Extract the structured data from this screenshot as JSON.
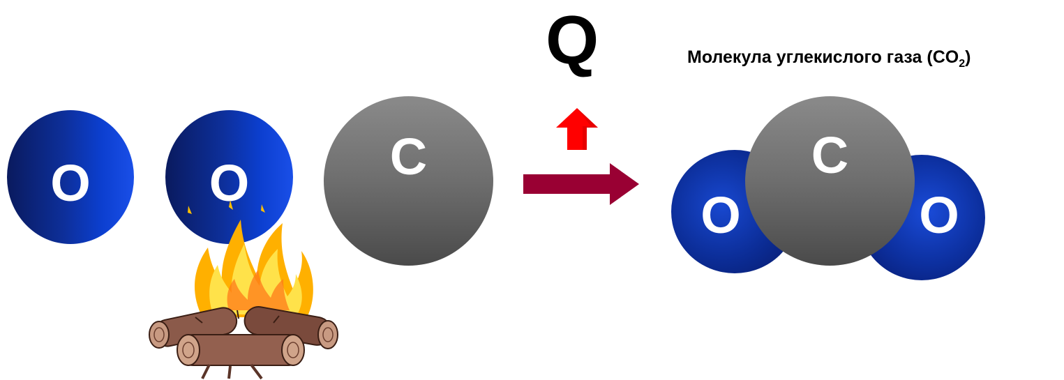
{
  "reactant_atoms": [
    {
      "symbol": "O"
    },
    {
      "symbol": "O"
    },
    {
      "symbol": "C"
    }
  ],
  "heat_symbol": "Q",
  "product": {
    "label_main": "Молекула углекислого газа (CO",
    "label_subscript": "2",
    "label_end": ")",
    "atoms": [
      {
        "symbol": "O"
      },
      {
        "symbol": "C"
      },
      {
        "symbol": "O"
      }
    ]
  },
  "colors": {
    "oxygen": "#0d2f9a",
    "carbon": "#6e6e6e",
    "reaction_arrow": "#990033",
    "heat_arrow": "#ff0000",
    "flame": "#ffa500",
    "wood": "#8b5a4a"
  },
  "icons": {
    "heat_arrow": "up-arrow-icon",
    "reaction_arrow": "right-arrow-icon",
    "campfire": "campfire-icon"
  }
}
